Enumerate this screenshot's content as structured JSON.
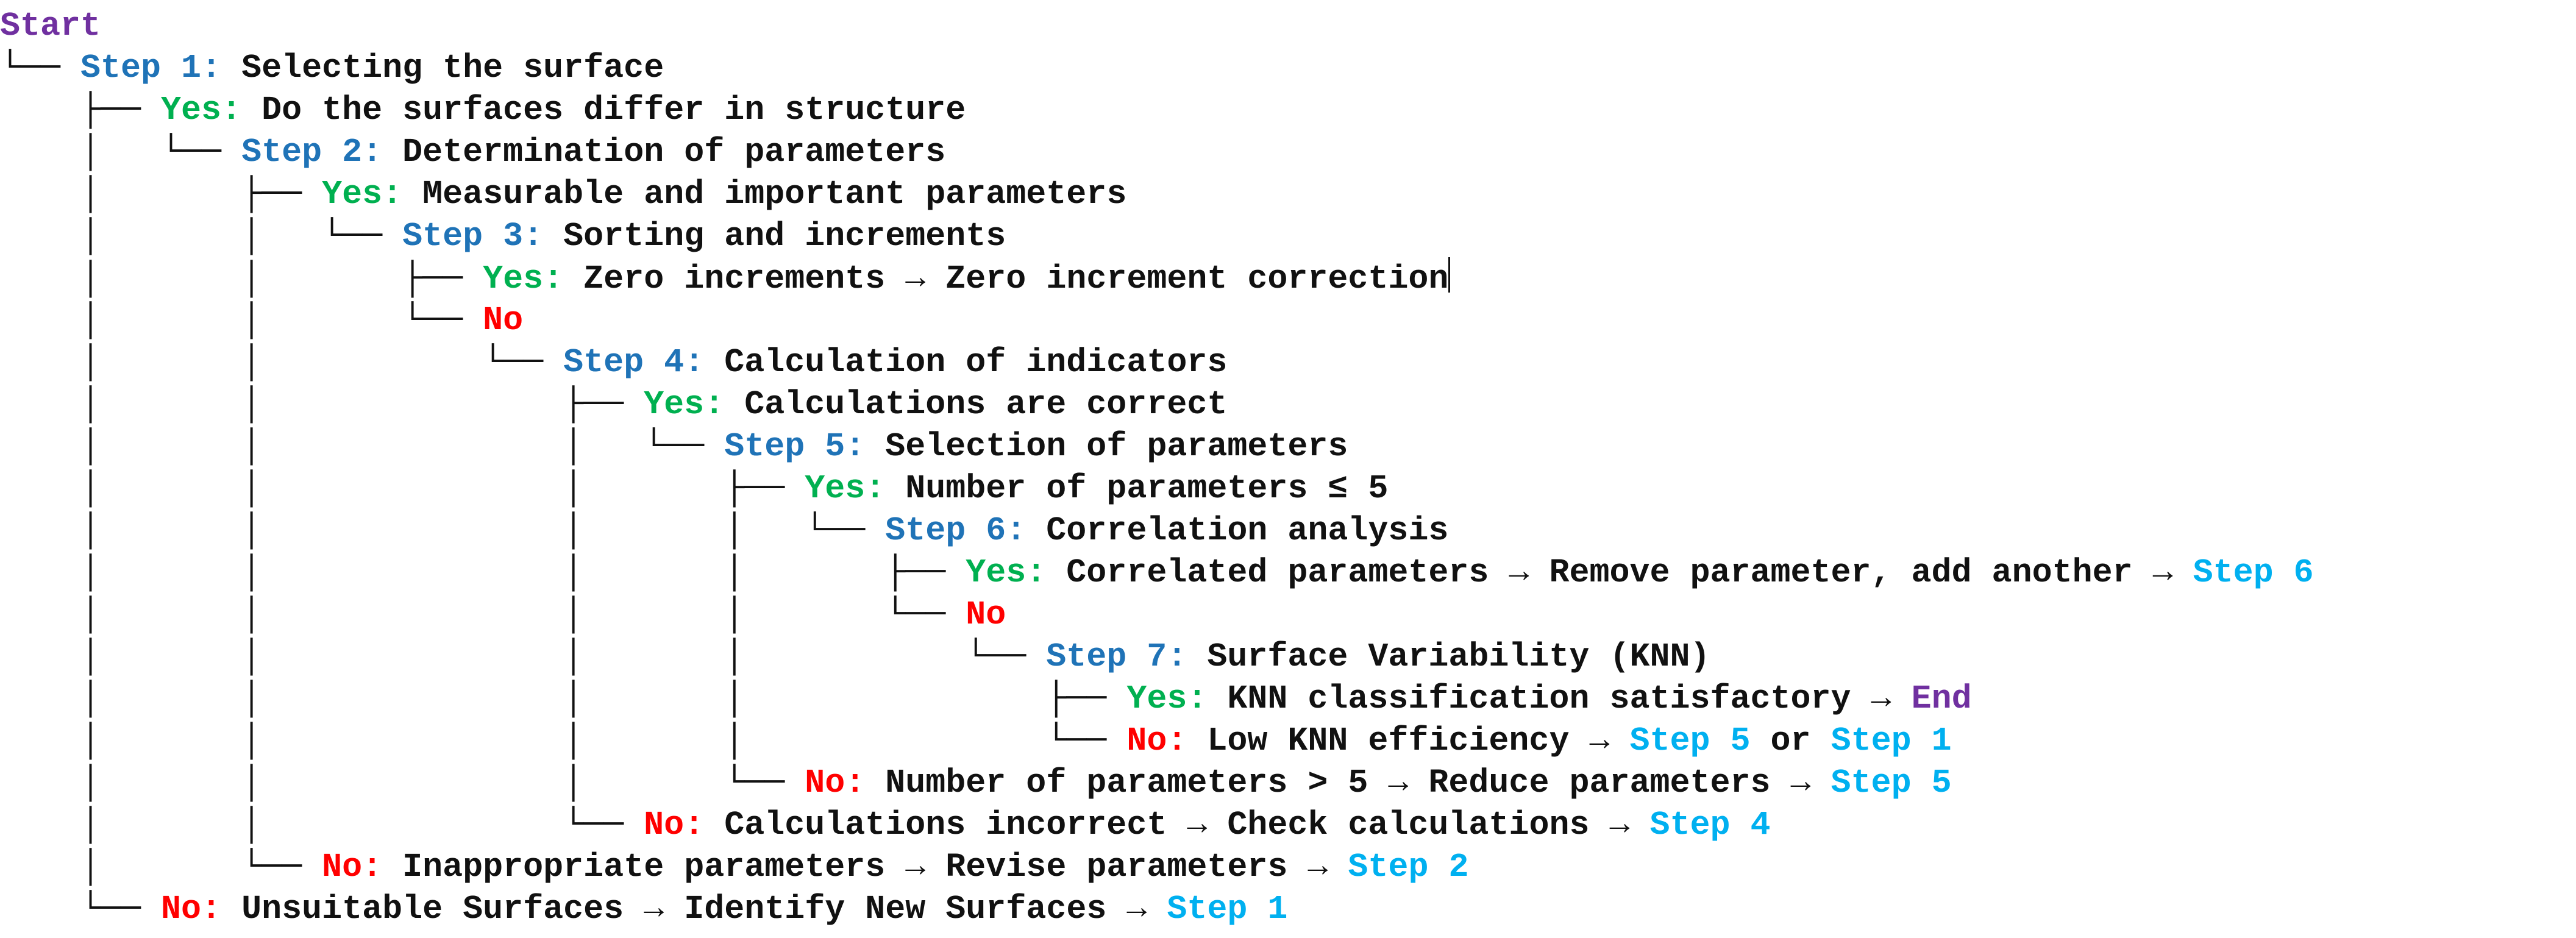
{
  "colors": {
    "start_end": "#7030a0",
    "step": "#1f73b7",
    "yes": "#00b050",
    "no": "#ff0000",
    "text": "#111111",
    "step_ref": "#00b0f0"
  },
  "lines": [
    {
      "id": "start",
      "segs": [
        {
          "t": "start",
          "v": "Start"
        }
      ]
    },
    {
      "id": "step1",
      "segs": [
        {
          "t": "connector",
          "v": "└── "
        },
        {
          "t": "step",
          "v": "Step 1:"
        },
        {
          "t": "text",
          "v": " Selecting the surface"
        }
      ]
    },
    {
      "id": "step1-yes",
      "segs": [
        {
          "t": "connector",
          "v": "    ├── "
        },
        {
          "t": "yes",
          "v": "Yes:"
        },
        {
          "t": "text",
          "v": " Do the surfaces differ in structure"
        }
      ]
    },
    {
      "id": "step2",
      "segs": [
        {
          "t": "connector",
          "v": "    │   └── "
        },
        {
          "t": "step",
          "v": "Step 2:"
        },
        {
          "t": "text",
          "v": " Determination of parameters"
        }
      ]
    },
    {
      "id": "step2-yes",
      "segs": [
        {
          "t": "connector",
          "v": "    │       ├── "
        },
        {
          "t": "yes",
          "v": "Yes:"
        },
        {
          "t": "text",
          "v": " Measurable and important parameters"
        }
      ]
    },
    {
      "id": "step3",
      "segs": [
        {
          "t": "connector",
          "v": "    │       │   └── "
        },
        {
          "t": "step",
          "v": "Step 3:"
        },
        {
          "t": "text",
          "v": " Sorting and increments"
        }
      ]
    },
    {
      "id": "step3-yes",
      "segs": [
        {
          "t": "connector",
          "v": "    │       │       ├── "
        },
        {
          "t": "yes",
          "v": "Yes:"
        },
        {
          "t": "text",
          "v": " Zero increments "
        },
        {
          "t": "arrow",
          "v": "→"
        },
        {
          "t": "text",
          "v": " Zero increment correction"
        }
      ],
      "cursor": true
    },
    {
      "id": "step3-no",
      "segs": [
        {
          "t": "connector",
          "v": "    │       │       └── "
        },
        {
          "t": "no",
          "v": "No"
        }
      ]
    },
    {
      "id": "step4",
      "segs": [
        {
          "t": "connector",
          "v": "    │       │           └── "
        },
        {
          "t": "step",
          "v": "Step 4:"
        },
        {
          "t": "text",
          "v": " Calculation of indicators"
        }
      ]
    },
    {
      "id": "step4-yes",
      "segs": [
        {
          "t": "connector",
          "v": "    │       │               ├── "
        },
        {
          "t": "yes",
          "v": "Yes:"
        },
        {
          "t": "text",
          "v": " Calculations are correct"
        }
      ]
    },
    {
      "id": "step5",
      "segs": [
        {
          "t": "connector",
          "v": "    │       │               │   └── "
        },
        {
          "t": "step",
          "v": "Step 5:"
        },
        {
          "t": "text",
          "v": " Selection of parameters"
        }
      ]
    },
    {
      "id": "step5-yes",
      "segs": [
        {
          "t": "connector",
          "v": "    │       │               │       ├── "
        },
        {
          "t": "yes",
          "v": "Yes:"
        },
        {
          "t": "text",
          "v": " Number of parameters ≤ 5"
        }
      ]
    },
    {
      "id": "step6",
      "segs": [
        {
          "t": "connector",
          "v": "    │       │               │       │   └── "
        },
        {
          "t": "step",
          "v": "Step 6:"
        },
        {
          "t": "text",
          "v": " Correlation analysis"
        }
      ]
    },
    {
      "id": "step6-yes",
      "segs": [
        {
          "t": "connector",
          "v": "    │       │               │       │       ├── "
        },
        {
          "t": "yes",
          "v": "Yes:"
        },
        {
          "t": "text",
          "v": " Correlated parameters "
        },
        {
          "t": "arrow",
          "v": "→"
        },
        {
          "t": "text",
          "v": " Remove parameter, add another "
        },
        {
          "t": "arrow",
          "v": "→"
        },
        {
          "t": "text",
          "v": " "
        },
        {
          "t": "ref",
          "v": "Step 6"
        }
      ]
    },
    {
      "id": "step6-no",
      "segs": [
        {
          "t": "connector",
          "v": "    │       │               │       │       └── "
        },
        {
          "t": "no",
          "v": "No"
        }
      ]
    },
    {
      "id": "step7",
      "segs": [
        {
          "t": "connector",
          "v": "    │       │               │       │           └── "
        },
        {
          "t": "step",
          "v": "Step 7:"
        },
        {
          "t": "text",
          "v": " Surface Variability (KNN)"
        }
      ]
    },
    {
      "id": "step7-yes",
      "segs": [
        {
          "t": "connector",
          "v": "    │       │               │       │               ├── "
        },
        {
          "t": "yes",
          "v": "Yes:"
        },
        {
          "t": "text",
          "v": " KNN classification satisfactory "
        },
        {
          "t": "arrow",
          "v": "→"
        },
        {
          "t": "text",
          "v": " "
        },
        {
          "t": "end",
          "v": "End"
        }
      ]
    },
    {
      "id": "step7-no",
      "segs": [
        {
          "t": "connector",
          "v": "    │       │               │       │               └── "
        },
        {
          "t": "no",
          "v": "No:"
        },
        {
          "t": "text",
          "v": " Low KNN efficiency "
        },
        {
          "t": "arrow",
          "v": "→"
        },
        {
          "t": "text",
          "v": " "
        },
        {
          "t": "ref",
          "v": "Step 5"
        },
        {
          "t": "text",
          "v": " or "
        },
        {
          "t": "ref",
          "v": "Step 1"
        }
      ]
    },
    {
      "id": "step5-no",
      "segs": [
        {
          "t": "connector",
          "v": "    │       │               │       └── "
        },
        {
          "t": "no",
          "v": "No:"
        },
        {
          "t": "text",
          "v": " Number of parameters > 5 "
        },
        {
          "t": "arrow",
          "v": "→"
        },
        {
          "t": "text",
          "v": " Reduce parameters "
        },
        {
          "t": "arrow",
          "v": "→"
        },
        {
          "t": "text",
          "v": " "
        },
        {
          "t": "ref",
          "v": "Step 5"
        }
      ]
    },
    {
      "id": "step4-no",
      "segs": [
        {
          "t": "connector",
          "v": "    │       │               └── "
        },
        {
          "t": "no",
          "v": "No:"
        },
        {
          "t": "text",
          "v": " Calculations incorrect "
        },
        {
          "t": "arrow",
          "v": "→"
        },
        {
          "t": "text",
          "v": " Check calculations "
        },
        {
          "t": "arrow",
          "v": "→"
        },
        {
          "t": "text",
          "v": " "
        },
        {
          "t": "ref",
          "v": "Step 4"
        }
      ]
    },
    {
      "id": "step2-no",
      "segs": [
        {
          "t": "connector",
          "v": "    │       └── "
        },
        {
          "t": "no",
          "v": "No:"
        },
        {
          "t": "text",
          "v": " Inappropriate parameters "
        },
        {
          "t": "arrow",
          "v": "→"
        },
        {
          "t": "text",
          "v": " Revise parameters "
        },
        {
          "t": "arrow",
          "v": "→"
        },
        {
          "t": "text",
          "v": " "
        },
        {
          "t": "ref",
          "v": "Step 2"
        }
      ]
    },
    {
      "id": "step1-no",
      "segs": [
        {
          "t": "connector",
          "v": "    └── "
        },
        {
          "t": "no",
          "v": "No:"
        },
        {
          "t": "text",
          "v": " Unsuitable Surfaces "
        },
        {
          "t": "arrow",
          "v": "→"
        },
        {
          "t": "text",
          "v": " Identify New Surfaces "
        },
        {
          "t": "arrow",
          "v": "→"
        },
        {
          "t": "text",
          "v": " "
        },
        {
          "t": "ref",
          "v": "Step 1"
        }
      ]
    }
  ]
}
